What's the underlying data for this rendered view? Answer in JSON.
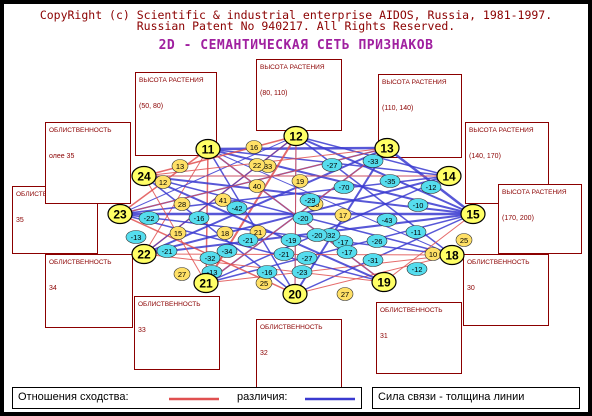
{
  "header": {
    "copyright_line": "CopyRight (c) Scientific & industrial enterprise AIDOS, Russia, 1981-1997.",
    "patent_line": "Russian Patent No 940217. All Rights Reserved."
  },
  "title": "2D - СЕМАНТИЧЕСКАЯ СЕТЬ ПРИЗНАКОВ",
  "colors": {
    "similarity": "#e05050",
    "difference": "#3a3ad0",
    "feature_node": "#ffff66",
    "pos_node": "#ffe066",
    "neg_node": "#55ddee",
    "text_dark_red": "#8b0000",
    "title_purple": "#a020a0"
  },
  "feature_boxes": [
    {
      "id": "11",
      "name": "ВЫСОТА РАСТЕНИЯ",
      "value": "(50, 80)"
    },
    {
      "id": "12",
      "name": "ВЫСОТА РАСТЕНИЯ",
      "value": "(80, 110)"
    },
    {
      "id": "13",
      "name": "ВЫСОТА РАСТЕНИЯ",
      "value": "(110, 140)"
    },
    {
      "id": "14",
      "name": "ВЫСОТА РАСТЕНИЯ",
      "value": "(140, 170)"
    },
    {
      "id": "15",
      "name": "ВЫСОТА РАСТЕНИЯ",
      "value": "(170, 200)"
    },
    {
      "id": "18",
      "name": "ОБЛИСТВЕННОСТЬ",
      "value": "30"
    },
    {
      "id": "19",
      "name": "ОБЛИСТВЕННОСТЬ",
      "value": "31"
    },
    {
      "id": "20",
      "name": "ОБЛИСТВЕННОСТЬ",
      "value": "32"
    },
    {
      "id": "21",
      "name": "ОБЛИСТВЕННОСТЬ",
      "value": "33"
    },
    {
      "id": "22",
      "name": "ОБЛИСТВЕННОСТЬ",
      "value": "34"
    },
    {
      "id": "23",
      "name": "ОБЛИСТВЕННОСТЬ",
      "value": "35"
    },
    {
      "id": "24",
      "name": "ОБЛИСТВЕННОСТЬ",
      "value": "олее 35"
    }
  ],
  "feature_nodes": [
    "11",
    "12",
    "13",
    "14",
    "15",
    "18",
    "19",
    "20",
    "21",
    "22",
    "23",
    "24"
  ],
  "link_labels": {
    "similarity": [
      "16",
      "33",
      "40",
      "41",
      "13",
      "12",
      "28",
      "15",
      "27",
      "19",
      "21",
      "17",
      "26",
      "25",
      "27",
      "25",
      "10",
      "22",
      "18"
    ],
    "difference": [
      "-27",
      "-33",
      "-70",
      "-35",
      "-12",
      "-10",
      "-29",
      "-17",
      "-43",
      "-11",
      "-31",
      "-20",
      "-19",
      "-21",
      "-32",
      "-17",
      "-22",
      "-13",
      "-21",
      "-32",
      "-34",
      "-16",
      "-23",
      "-12",
      "-26",
      "-13",
      "-27",
      "-20",
      "-16",
      "-42",
      "-21"
    ]
  },
  "legend": {
    "similarity_label": "Отношения сходства:",
    "difference_label": "различия:",
    "strength_label": "Сила связи - толщина линии"
  }
}
